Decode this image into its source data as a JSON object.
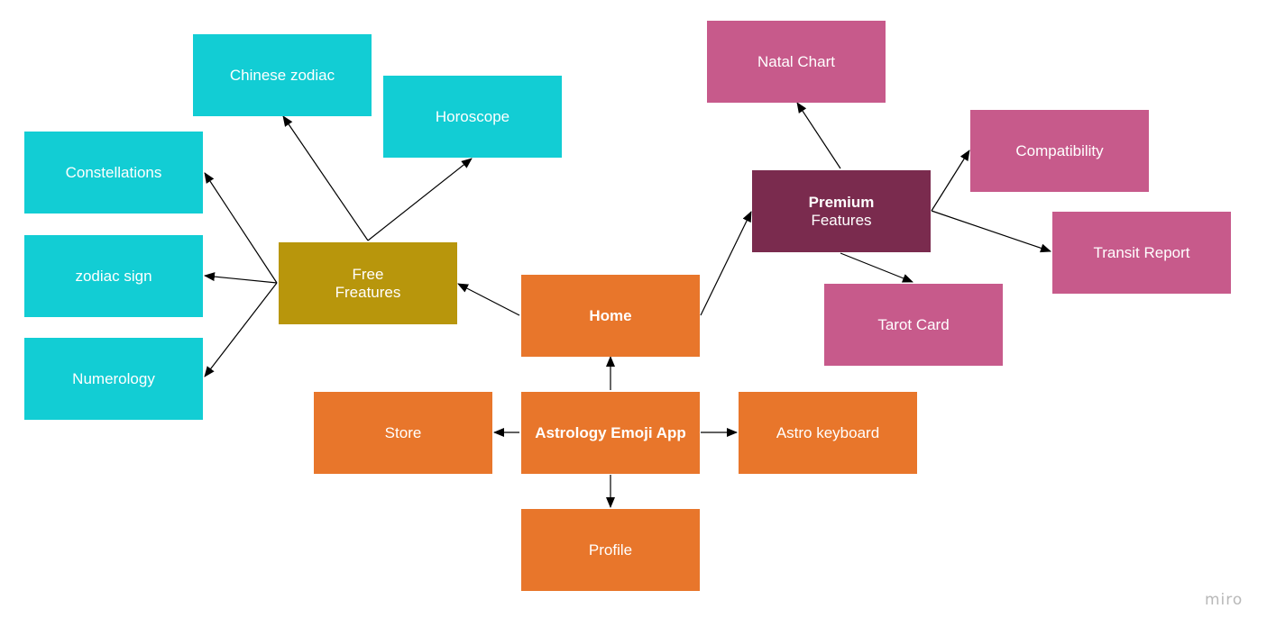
{
  "colors": {
    "orange": "#E8762B",
    "cyan": "#12CDD4",
    "olive": "#B8960C",
    "plum": "#7A2B4E",
    "pink": "#C75A8B",
    "edge": "#000000"
  },
  "nodes": {
    "astrology_app": {
      "label": "Astrology Emoji App"
    },
    "home": {
      "label": "Home"
    },
    "store": {
      "label": "Store"
    },
    "astro_keyboard": {
      "label": "Astro keyboard"
    },
    "profile": {
      "label": "Profile"
    },
    "free_features": {
      "line1": "Free",
      "line2": "Freatures"
    },
    "premium_features": {
      "line1": "Premium",
      "line2": "Features"
    },
    "chinese_zodiac": {
      "label": "Chinese zodiac"
    },
    "horoscope": {
      "label": "Horoscope"
    },
    "constellations": {
      "label": "Constellations"
    },
    "zodiac_sign": {
      "label": "zodiac sign"
    },
    "numerology": {
      "label": "Numerology"
    },
    "natal_chart": {
      "label": "Natal Chart"
    },
    "compatibility": {
      "label": "Compatibility"
    },
    "transit_report": {
      "label": "Transit Report"
    },
    "tarot_card": {
      "label": "Tarot Card"
    }
  },
  "edges": [
    {
      "from": "astrology_app",
      "to": "home"
    },
    {
      "from": "astrology_app",
      "to": "store"
    },
    {
      "from": "astrology_app",
      "to": "astro_keyboard"
    },
    {
      "from": "astrology_app",
      "to": "profile"
    },
    {
      "from": "home",
      "to": "free_features"
    },
    {
      "from": "home",
      "to": "premium_features"
    },
    {
      "from": "free_features",
      "to": "chinese_zodiac"
    },
    {
      "from": "free_features",
      "to": "horoscope"
    },
    {
      "from": "free_features",
      "to": "constellations"
    },
    {
      "from": "free_features",
      "to": "zodiac_sign"
    },
    {
      "from": "free_features",
      "to": "numerology"
    },
    {
      "from": "premium_features",
      "to": "natal_chart"
    },
    {
      "from": "premium_features",
      "to": "compatibility"
    },
    {
      "from": "premium_features",
      "to": "transit_report"
    },
    {
      "from": "premium_features",
      "to": "tarot_card"
    }
  ],
  "watermark": "miro"
}
